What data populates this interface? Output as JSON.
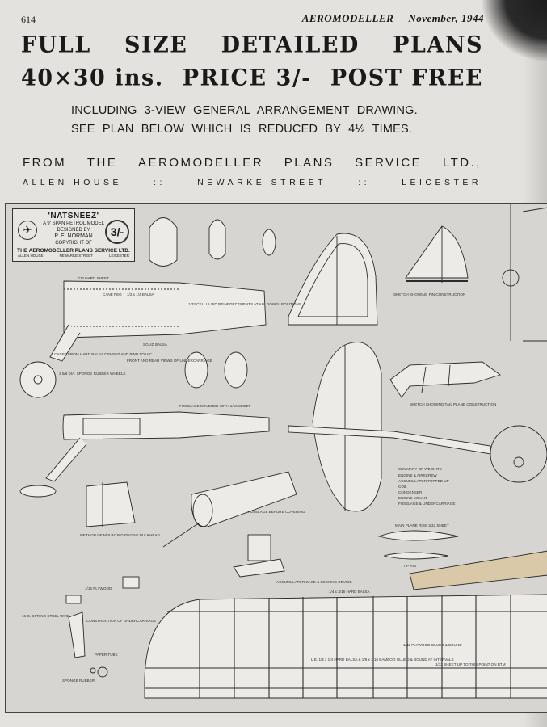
{
  "header": {
    "page_number": "614",
    "magazine": "AEROMODELLER",
    "issue_date": "November, 1944"
  },
  "headline": {
    "line1": [
      "FULL",
      "SIZE",
      "DETAILED",
      "PLANS"
    ],
    "line2": [
      "40×30 ins.",
      "PRICE 3/-",
      "POST FREE"
    ]
  },
  "subhead": {
    "line1": "INCLUDING 3-VIEW GENERAL ARRANGEMENT DRAWING.",
    "line2": "SEE PLAN BELOW WHICH IS REDUCED BY 4½ TIMES."
  },
  "publisher": {
    "from_line": [
      "FROM",
      "THE",
      "AEROMODELLER",
      "PLANS",
      "SERVICE",
      "LTD.,"
    ],
    "address": [
      "ALLEN HOUSE",
      "::",
      "NEWARKE STREET",
      "::",
      "LEICESTER"
    ]
  },
  "title_block": {
    "model_name": "'NATSNEEZ'",
    "description": "A 9' SPAN PETROL MODEL",
    "designed_by": "DESIGNED BY",
    "designer": "P. E. NORMAN",
    "copyright": "COPYRIGHT OF",
    "service": "THE AEROMODELLER PLANS SERVICE LTD.",
    "address": [
      "ALLEN HOUSE",
      "NEWARKE STREET",
      "LEICESTER"
    ],
    "price": "3/-"
  },
  "plan_labels": {
    "hard_sheet": "3/16 HARD SHEET",
    "cane_peg": "CANE PEG",
    "balsa_strip": "1/2 x 1/4 BALSA",
    "plywood_reinforcements": "1/32 CELLULOID REINFORCEMENTS AT ALL DOWEL POSITIONS",
    "solid_balsa": "SOLID BALSA",
    "cased_hard_balsa": "CASED FROM HARD BALSA CEMENT AND BIND TO U/C",
    "sponge_rubber": "2 5/8 DIA. SPONGE RUBBER WHEELS",
    "front_rear_views": "FRONT AND REAR VIEWS OF UNDERCARRIAGE",
    "fin_sketch": "SKETCH SHOWING FIN CONSTRUCTION",
    "tailplane_sketch": "SKETCH SHOWING TAIL PLANE CONSTRUCTION",
    "fuselage_covered": "FUSELAGE COVERED WITH 1/16 SHEET",
    "engine_mounting": "METHOD OF MOUNTING ENGINE BULKHEAD",
    "fuselage_before_covering": "FUSELAGE BEFORE COVERING",
    "accumulator_case": "ACCUMULATOR CASE & LOCKING DEVICE",
    "summary_weights": "SUMMARY OF WEIGHTS",
    "weights_items": [
      "ENGINE & AIRSCREW",
      "ACCUMULATOR TOPPED UP",
      "COIL",
      "CONDENSER",
      "ENGINE MOUNT",
      "FUSELAGE & UNDERCARRIAGE"
    ],
    "main_plane_ribs": "MAIN PLANE RIBS 3/32 SHEET",
    "tip_rib": "TIP RIB",
    "hard_balsa_spar": "1/4 x 3/16 HARD BALSA",
    "plywood_glued": "1/32 PLYWOOD GLUED & BOUND",
    "leading_edge": "L.E. 1/4 x 1/4 HARD BALSA & 1/8 x 1/16 BAMBOO GLUED & BOUND AT INTERVALS",
    "sheet_up_to": "1/32 SHEET UP TO THIS POINT ON BTM",
    "construction_undercarriage": "CONSTRUCTION OF UNDERCARRIAGE",
    "piano_wire": "16 G. SPRING STEEL WIRE",
    "paper_tube": "PAPER TUBE",
    "sponge_rubber_wheel": "SPONGE RUBBER",
    "plywood": "1/16 PLYWOOD"
  }
}
